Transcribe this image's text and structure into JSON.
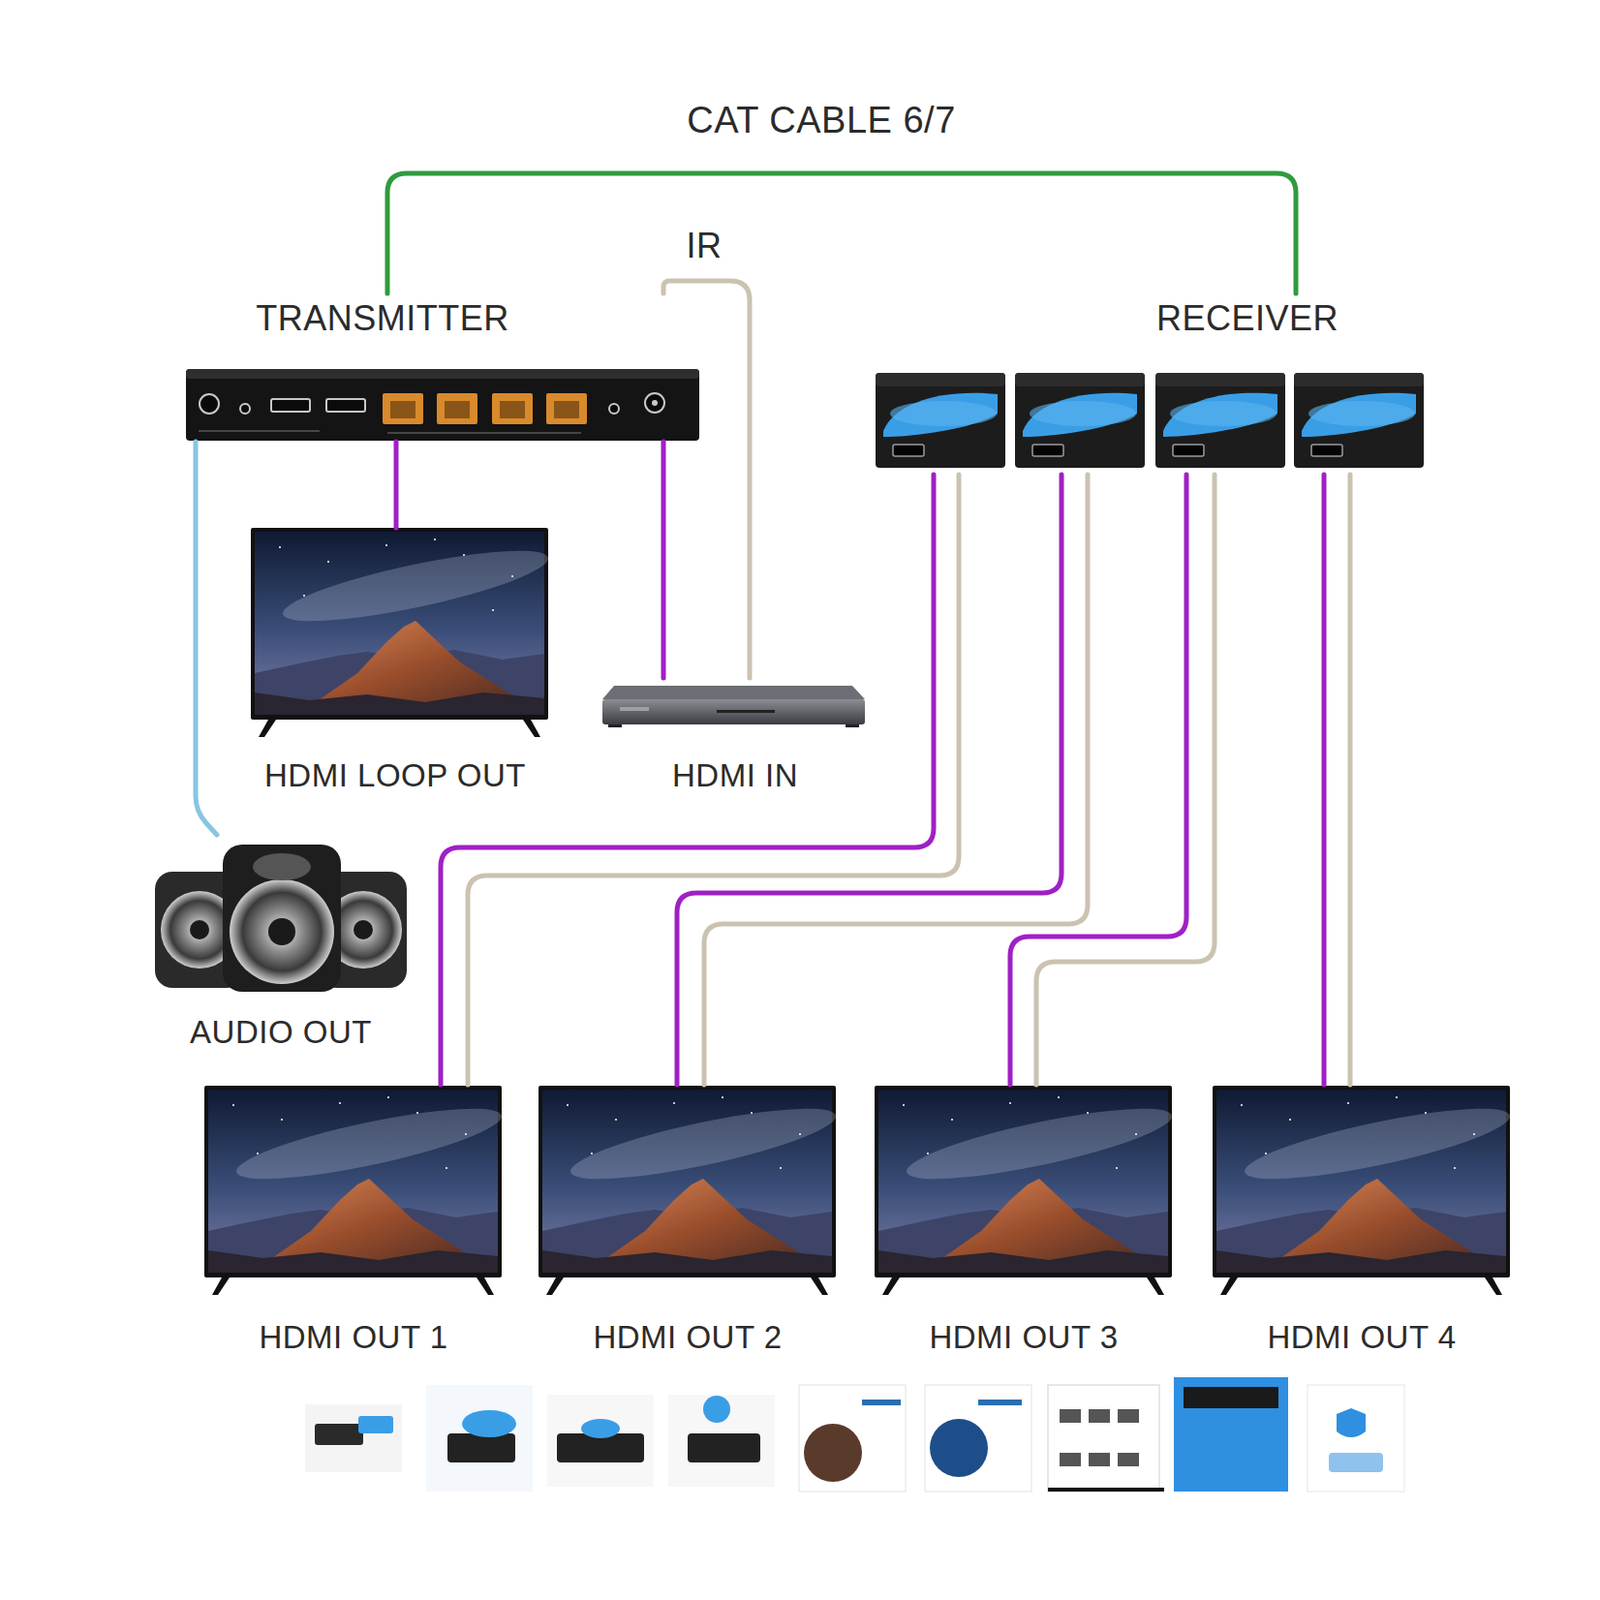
{
  "diagram": {
    "nodes": [
      {
        "text": [
          "TRANSMITTER"
        ]
      },
      {
        "text": [
          "RECEIVER"
        ]
      },
      {
        "text": [
          "HDMI LOOP OUT"
        ]
      },
      {
        "text": [
          "HDMI IN"
        ]
      },
      {
        "text": [
          "AUDIO OUT"
        ]
      },
      {
        "text": [
          "HDMI OUT 1"
        ]
      },
      {
        "text": [
          "HDMI OUT 2"
        ]
      },
      {
        "text": [
          "HDMI OUT 3"
        ]
      },
      {
        "text": [
          "HDMI OUT 4"
        ]
      }
    ],
    "edges": [
      {
        "from": 0,
        "to": 1,
        "arrow": "none",
        "label": "CAT CABLE 6/7"
      },
      {
        "from": 3,
        "to": 0,
        "arrow": "none",
        "label": "IR"
      },
      {
        "from": 3,
        "to": 0,
        "arrow": "none"
      },
      {
        "from": 0,
        "to": 2,
        "arrow": "none"
      },
      {
        "from": 0,
        "to": 4,
        "arrow": "none"
      },
      {
        "from": 1,
        "to": 5,
        "arrow": "none"
      },
      {
        "from": 1,
        "to": 5,
        "arrow": "none"
      },
      {
        "from": 1,
        "to": 6,
        "arrow": "none"
      },
      {
        "from": 1,
        "to": 6,
        "arrow": "none"
      },
      {
        "from": 1,
        "to": 7,
        "arrow": "none"
      },
      {
        "from": 1,
        "to": 7,
        "arrow": "none"
      },
      {
        "from": 1,
        "to": 8,
        "arrow": "none"
      },
      {
        "from": 1,
        "to": 8,
        "arrow": "none"
      }
    ]
  }
}
